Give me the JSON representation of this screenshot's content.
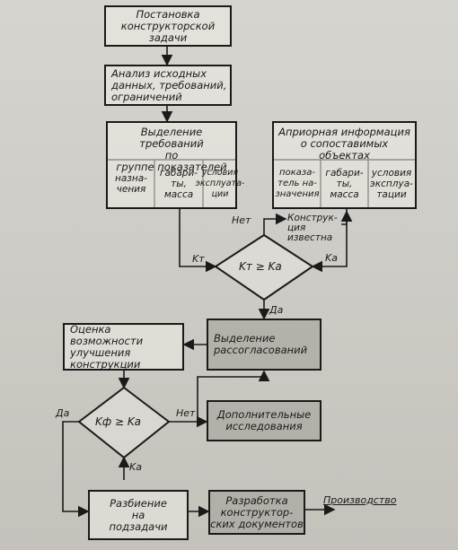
{
  "nodes": {
    "problem_statement": "Постановка\nконструкторской\nзадачи",
    "analysis": "Анализ исходных\nданных, требований,\nограничений",
    "req_selection": "Выделение требований\nпо\nгруппе показателей",
    "req_col_purpose": "назна-\nчения",
    "req_col_dimensions": "габари-\nты,\nмасса",
    "req_col_conditions": "условия\nэксплуата-\nции",
    "apriori": "Априорная информация\nо сопоставимых\nобъектах",
    "apr_col_purpose": "показа-\nтель на-\nзначения",
    "apr_col_dimensions": "габари-\nты, масса",
    "apr_col_conditions": "условия\nэксплуа-\nтации",
    "decision_1": "Kт ≥ Kа",
    "design_known": "Конструк-\nция\nизвестна",
    "mismatch": "Выделение\nрассогласований",
    "improvement": "Оценка возможности\nулучшения\nконструкции",
    "decision_2": "Kф ≥ Kа",
    "extra_research": "Дополнительные\nисследования",
    "split": "Разбиение\nна\nподзадачи",
    "documents": "Разработка\nконструктор-\nских документов"
  },
  "labels": {
    "no_1": "Нет",
    "yes_1": "Да",
    "no_2": "Нет",
    "yes_2": "Да",
    "kt": "Kт",
    "ka_1": "Kа",
    "ka_2": "Kа",
    "production": "Производство"
  },
  "colors": {
    "ink": "#1a1a1a",
    "paper": "#d6d4ce"
  }
}
